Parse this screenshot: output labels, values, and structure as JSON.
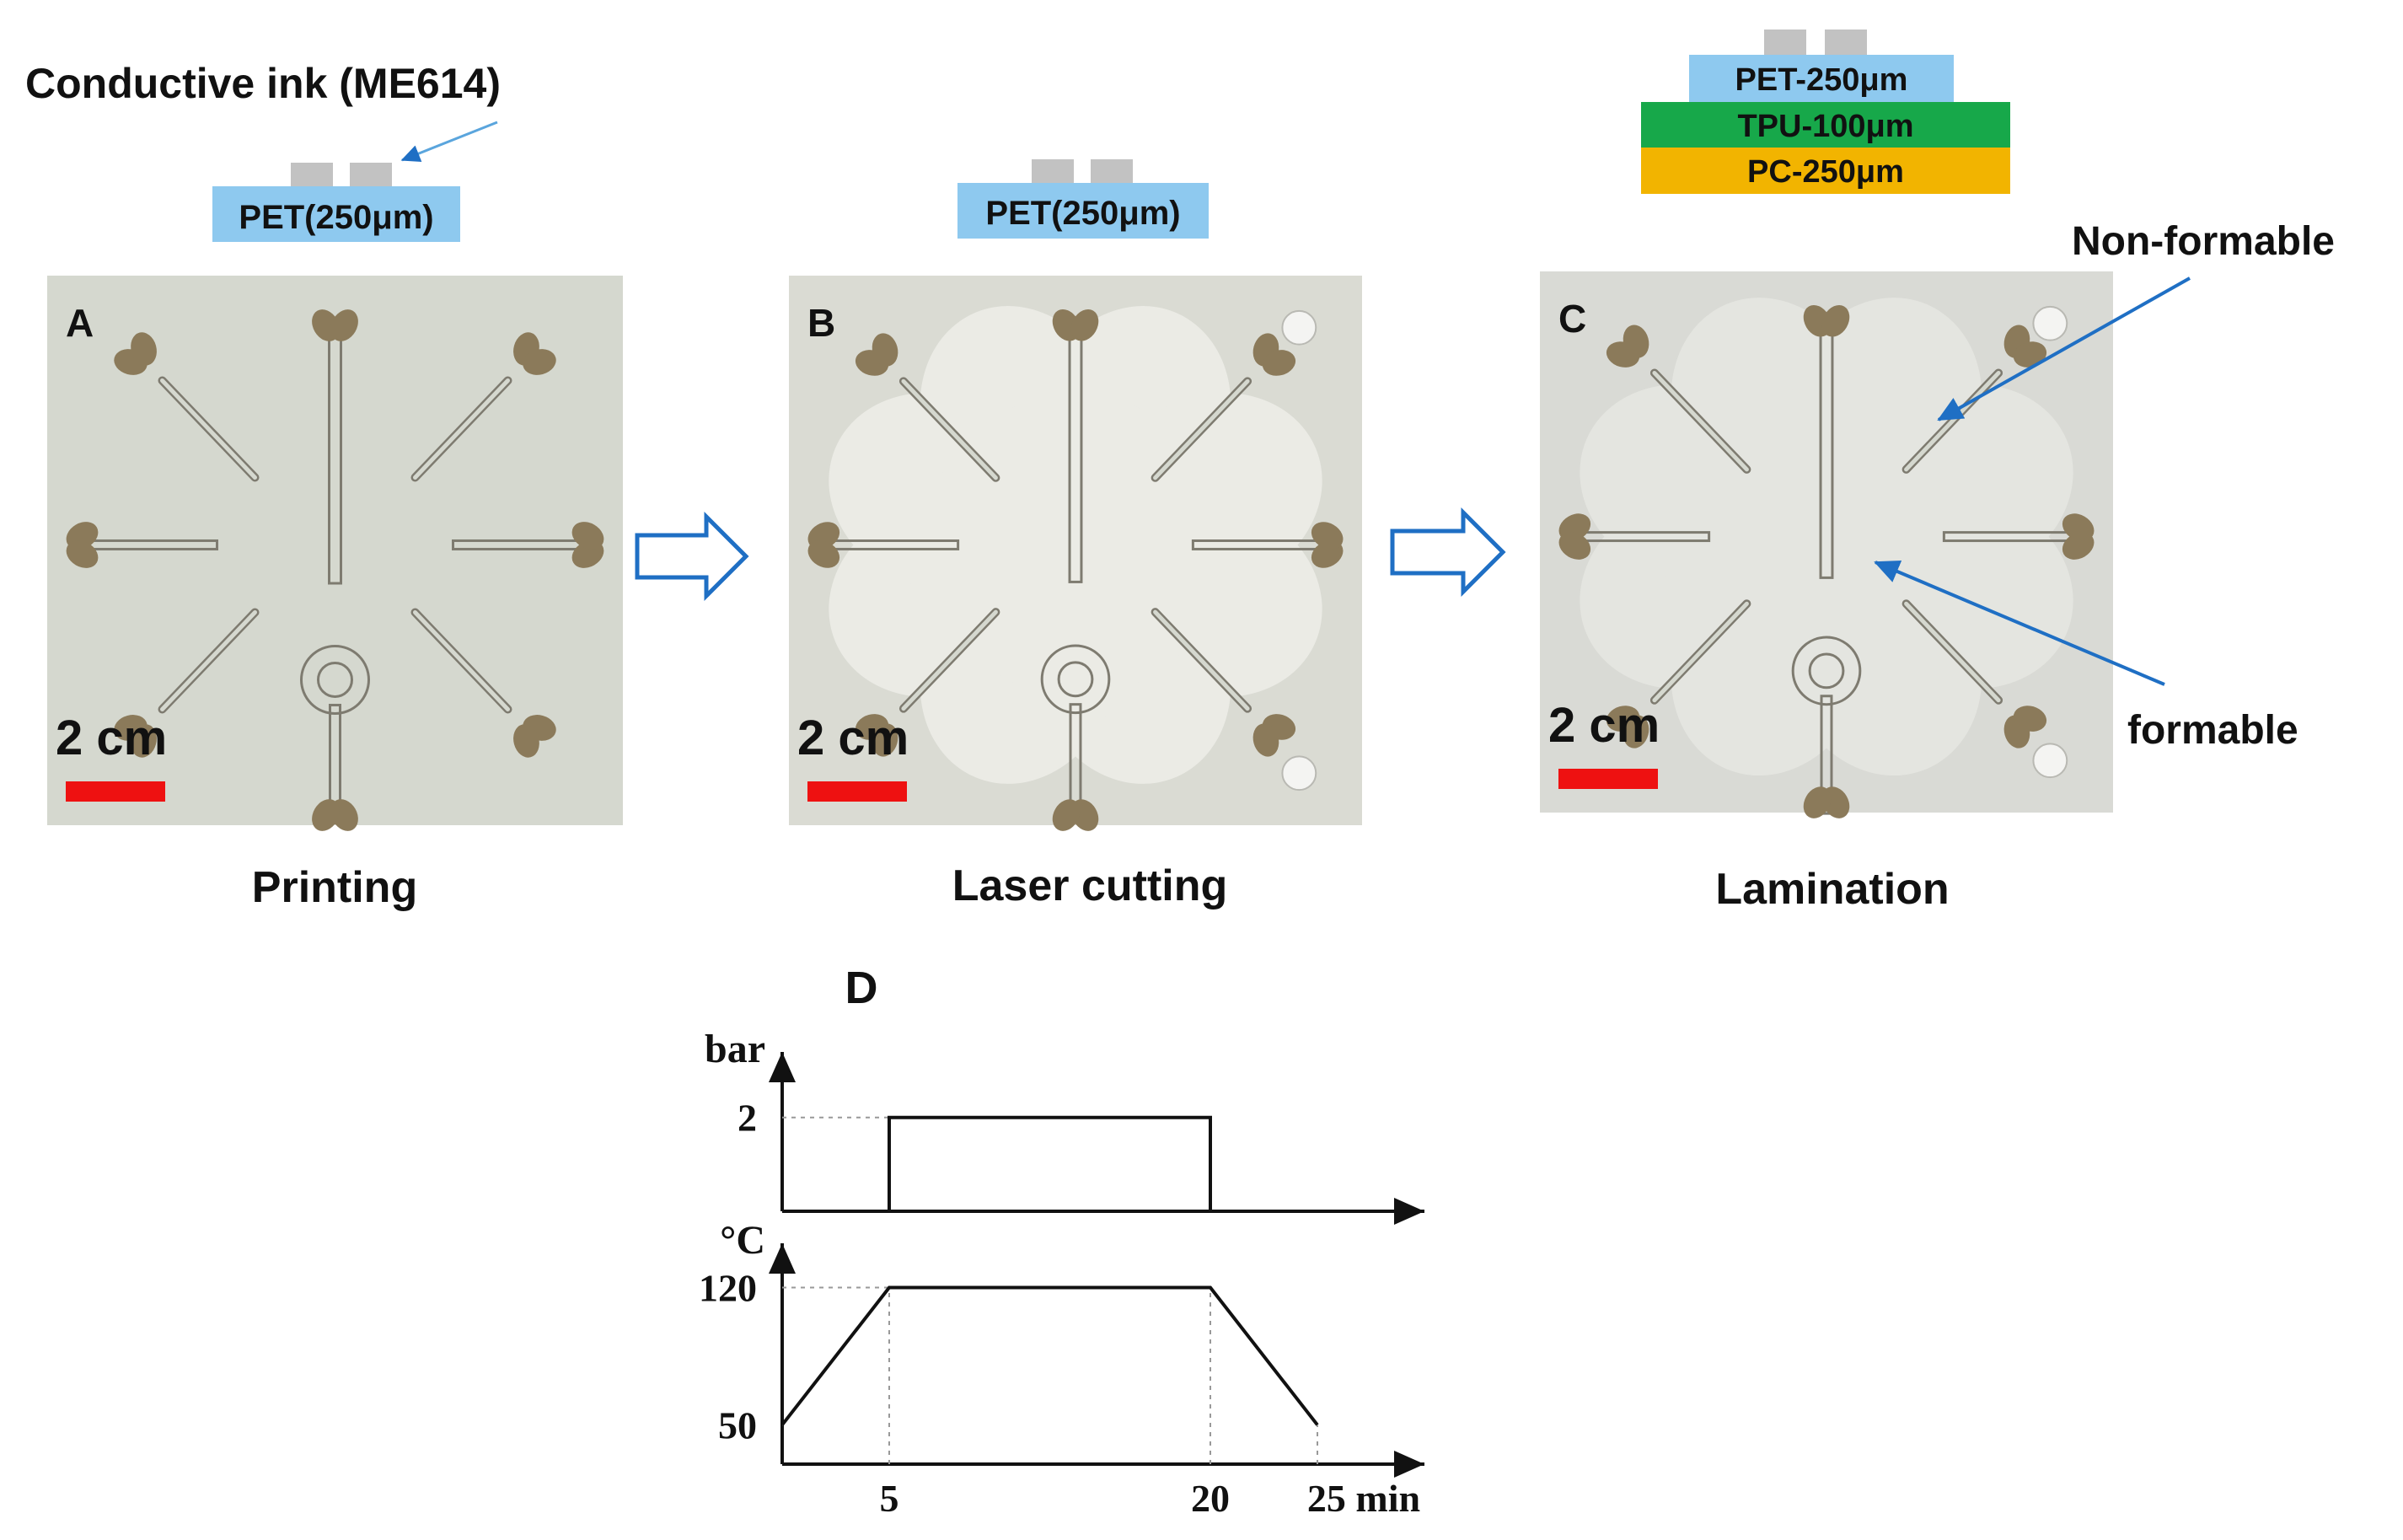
{
  "labels": {
    "ink": "Conductive ink (ME614)",
    "pet_a": "PET(250μm)",
    "pet_b": "PET(250μm)",
    "stack_pet": "PET-250μm",
    "stack_tpu": "TPU-100μm",
    "stack_pc": "PC-250μm",
    "non_formable": "Non-formable",
    "formable": "formable"
  },
  "panels": [
    {
      "letter": "A",
      "scale": "2 cm",
      "caption": "Printing"
    },
    {
      "letter": "B",
      "scale": "2 cm",
      "caption": "Laser cutting"
    },
    {
      "letter": "C",
      "scale": "2 cm",
      "caption": "Lamination"
    }
  ],
  "colors": {
    "pet": "#8ec9ef",
    "tpu": "#17a84a",
    "pc": "#f2b400",
    "ink": "#c2c2c2",
    "scale_bar": "#ee1111",
    "arrow": "#1f6fc4",
    "photo_bg": "#d6d6cf",
    "trace": "#8b7a5a"
  },
  "icons": [
    "right-arrow-icon",
    "right-arrow-icon"
  ],
  "chart_data": [
    {
      "type": "line",
      "name": "pressure",
      "panel_label": "D",
      "ylabel": "bar",
      "xlabel": "min",
      "ylim": [
        0,
        2.3
      ],
      "y_ticks": [
        2
      ],
      "x": [
        0,
        5,
        5,
        20,
        20,
        25
      ],
      "y": [
        0,
        0,
        2,
        2,
        0,
        0
      ],
      "guides": [
        {
          "x": 5
        },
        {
          "x": 20
        },
        {
          "y": 2
        }
      ]
    },
    {
      "type": "line",
      "name": "temperature",
      "ylabel": "°C",
      "xlabel": "min",
      "ylim": [
        30,
        140
      ],
      "x_ticks": [
        5,
        20,
        25
      ],
      "y_ticks": [
        50,
        120
      ],
      "x": [
        0,
        5,
        20,
        25
      ],
      "y": [
        50,
        120,
        120,
        50
      ],
      "guides": [
        {
          "x": 5
        },
        {
          "x": 20
        },
        {
          "x": 25
        },
        {
          "y": 120
        },
        {
          "y": 50
        }
      ]
    }
  ]
}
